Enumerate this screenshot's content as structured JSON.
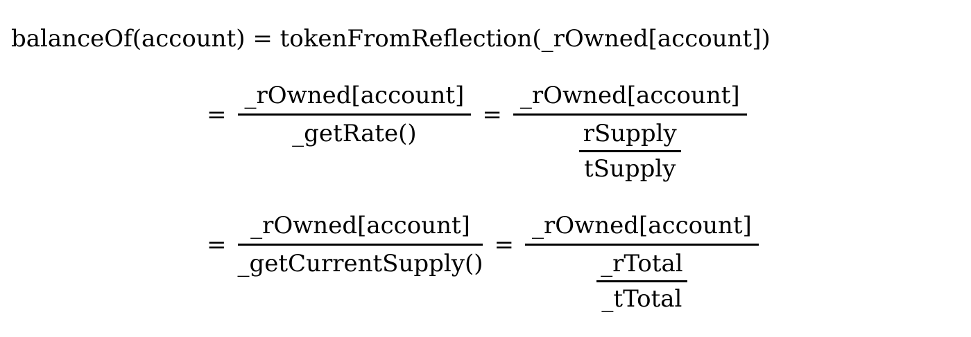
{
  "formula": {
    "background_color": "#ffffff",
    "text_color": "#000000",
    "eq_sign": "=",
    "line1": "balanceOf(account) = tokenFromReflection(_rOwned[account])",
    "row2": {
      "frac_a": {
        "num": "_rOwned[account]",
        "den": "_getRate()"
      },
      "frac_b": {
        "num": "_rOwned[account]",
        "inner": {
          "num": "rSupply",
          "den": "tSupply"
        }
      }
    },
    "row3": {
      "frac_a": {
        "num": "_rOwned[account]",
        "den": "_getCurrentSupply()"
      },
      "frac_b": {
        "num": "_rOwned[account]",
        "inner": {
          "num": "_rTotal",
          "den": "_tTotal"
        }
      }
    }
  }
}
